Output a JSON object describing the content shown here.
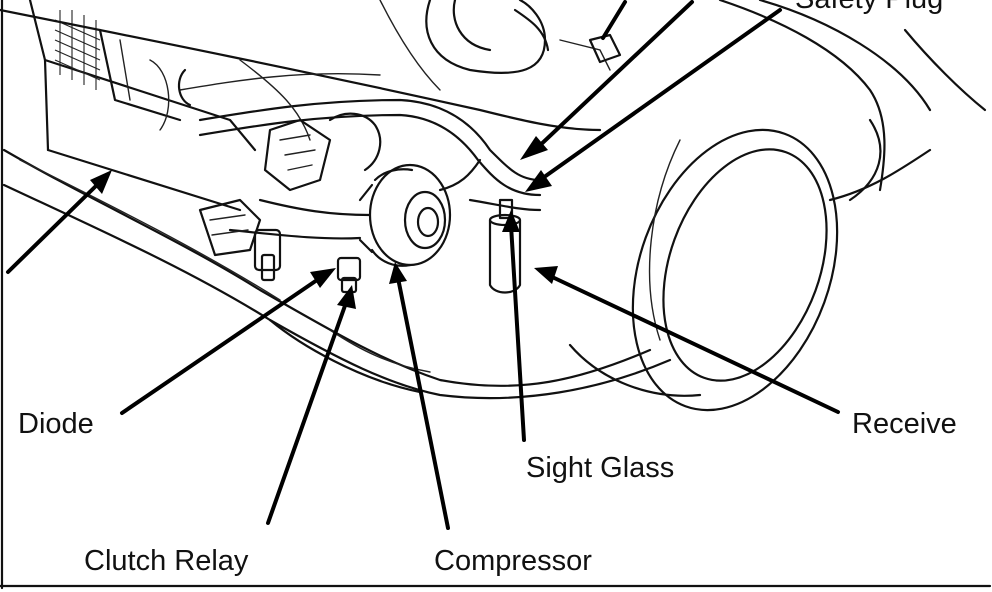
{
  "diagram": {
    "labels": {
      "safety_plug": "Safety Plug",
      "diode": "Diode",
      "clutch_relay": "Clutch Relay",
      "compressor": "Compressor",
      "sight_glass": "Sight Glass",
      "receiver": "Receive"
    }
  }
}
